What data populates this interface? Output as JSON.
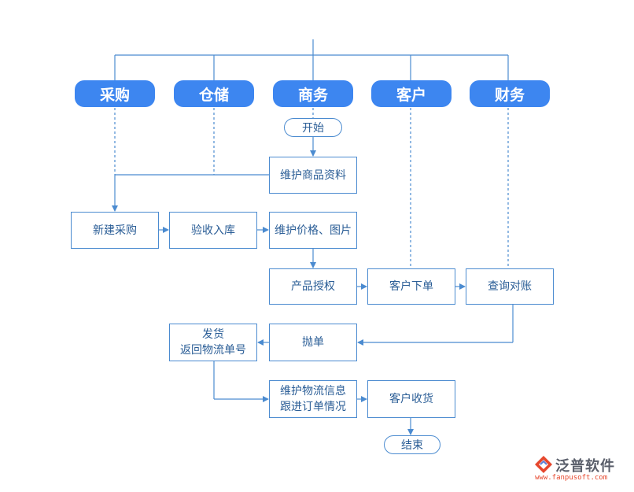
{
  "lanes": {
    "purchase": "采购",
    "warehouse": "仓储",
    "business": "商务",
    "customer": "客户",
    "finance": "财务"
  },
  "nodes": {
    "start": "开始",
    "maintain_goods": "维护商品资料",
    "new_purchase": "新建采购",
    "inspect_inbound": "验收入库",
    "maintain_price": "维护价格、图片",
    "product_auth": "产品授权",
    "customer_order": "客户下单",
    "check_account": "查询对账",
    "throw_order": "抛单",
    "ship_line1": "发货",
    "ship_line2": "返回物流单号",
    "logistics_line1": "维护物流信息",
    "logistics_line2": "跟进订单情况",
    "customer_receive": "客户收货",
    "end": "结束"
  },
  "logo": {
    "name": "泛普软件",
    "url": "www.fanpusoft.com"
  },
  "colors": {
    "lane_fill": "#3d86f0",
    "line": "#4b8bd0",
    "text": "#2a5d96"
  }
}
